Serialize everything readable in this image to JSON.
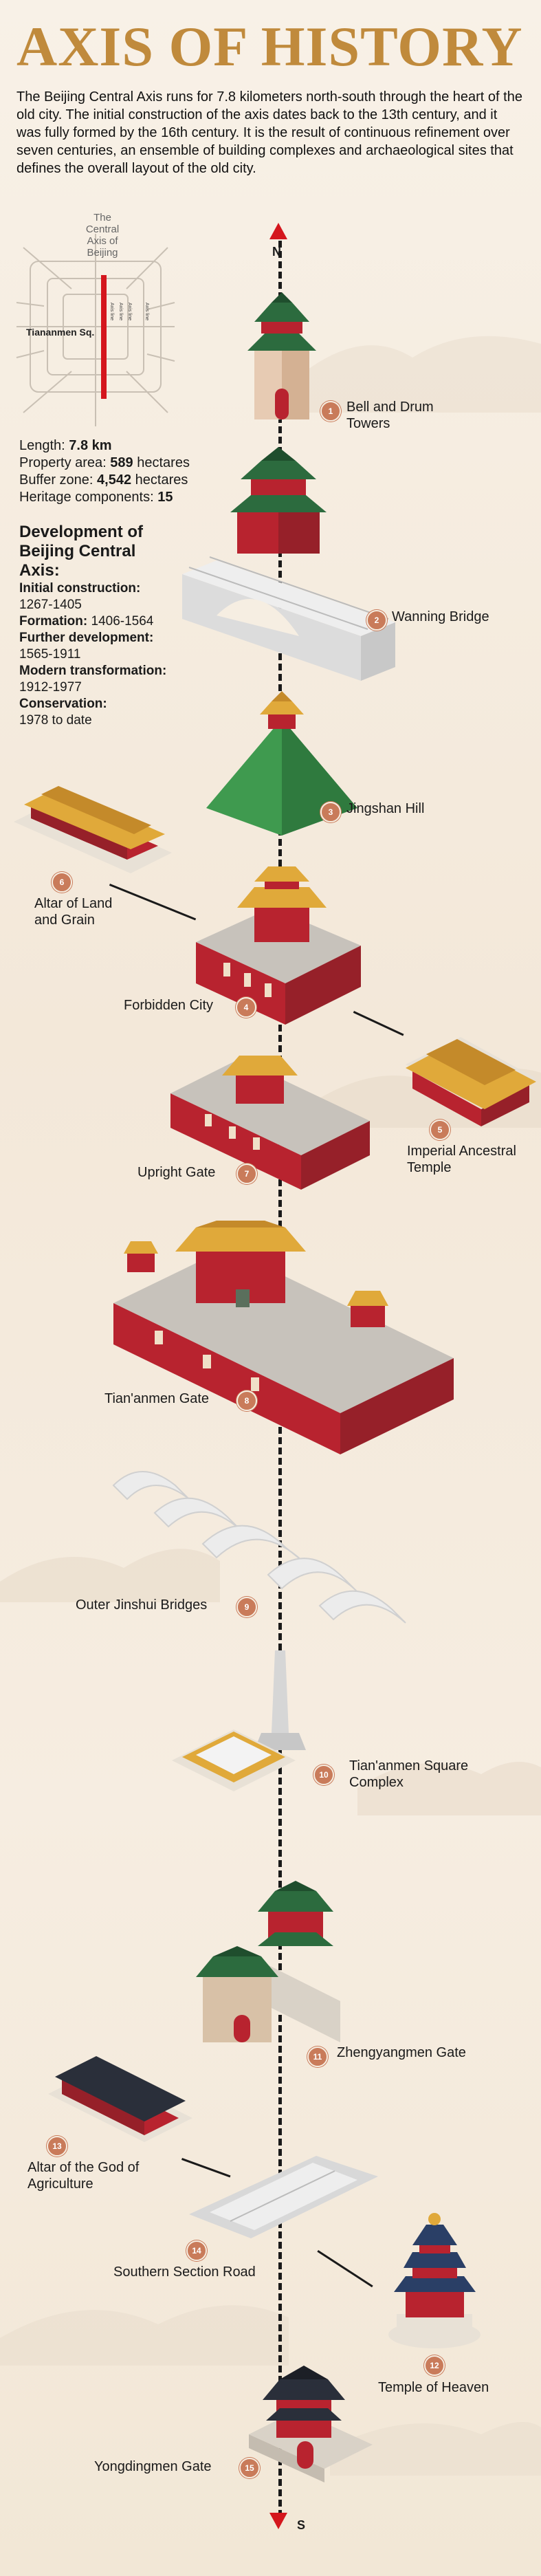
{
  "title": "AXIS OF HISTORY",
  "intro": "The Beijing Central Axis runs for 7.8 kilometers north-south through the heart of the old city. The initial construction of the axis dates back to the 13th century, and it was fully formed by the 16th century. It is the result of continuous refinement over seven centuries, an ensemble of building complexes and archaeological sites that defines the overall layout of the old city.",
  "map": {
    "label": "The Central Axis of Beijing",
    "square": "Tiananmen Sq."
  },
  "stats": {
    "length_label": "Length:",
    "length_value": "7.8 km",
    "area_label": "Property area:",
    "area_value": "589",
    "area_unit": "hectares",
    "buffer_label": "Buffer zone:",
    "buffer_value": "4,542",
    "buffer_unit": "hectares",
    "heritage_label": "Heritage components:",
    "heritage_value": "15"
  },
  "development": {
    "title": "Development of Beijing Central Axis:",
    "stages": [
      {
        "label": "Initial construction:",
        "years": "1267-1405"
      },
      {
        "label": "Formation:",
        "years": "1406-1564",
        "inline": true
      },
      {
        "label": "Further development:",
        "years": "1565-1911"
      },
      {
        "label": "Modern transformation:",
        "years": "1912-1977"
      },
      {
        "label": "Conservation:",
        "years": "1978 to date"
      }
    ]
  },
  "compass": {
    "north": "N",
    "south": "S"
  },
  "landmarks": [
    {
      "num": "1",
      "name": "Bell and Drum Towers"
    },
    {
      "num": "2",
      "name": "Wanning Bridge"
    },
    {
      "num": "3",
      "name": "Jingshan Hill"
    },
    {
      "num": "4",
      "name": "Forbidden City"
    },
    {
      "num": "5",
      "name": "Imperial Ancestral Temple"
    },
    {
      "num": "6",
      "name": "Altar of Land and Grain"
    },
    {
      "num": "7",
      "name": "Upright Gate"
    },
    {
      "num": "8",
      "name": "Tian'anmen Gate"
    },
    {
      "num": "9",
      "name": "Outer Jinshui Bridges"
    },
    {
      "num": "10",
      "name": "Tian'anmen Square Complex"
    },
    {
      "num": "11",
      "name": "Zhengyangmen Gate"
    },
    {
      "num": "12",
      "name": "Temple of Heaven"
    },
    {
      "num": "13",
      "name": "Altar of the God of Agriculture"
    },
    {
      "num": "14",
      "name": "Southern Section Road"
    },
    {
      "num": "15",
      "name": "Yongdingmen Gate"
    }
  ],
  "colors": {
    "title": "#c08a3c",
    "red": "#b8232f",
    "roof": "#e0a93a",
    "green": "#2f7a3e",
    "badge": "#c97b5a",
    "arrow": "#d4161d"
  }
}
